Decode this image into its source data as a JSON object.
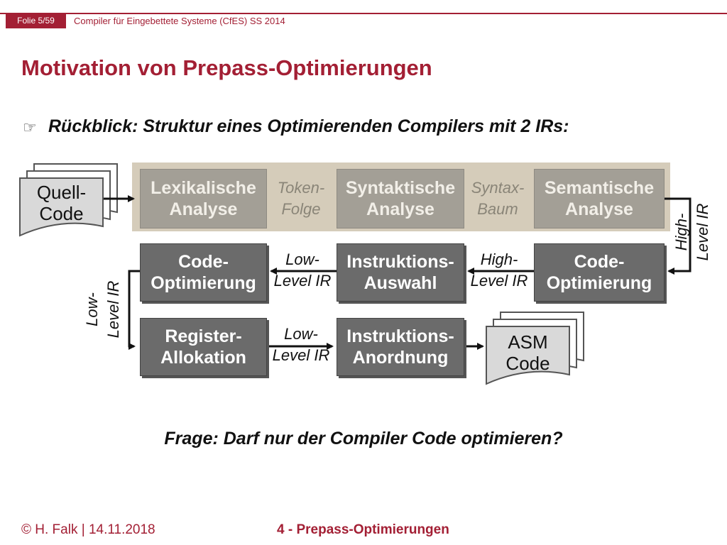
{
  "header": {
    "slide_number": "Folie 5/59",
    "course": "Compiler für Eingebettete Systeme (CfES) SS 2014"
  },
  "title": "Motivation von Prepass-Optimierungen",
  "bullet": "Rückblick: Struktur eines Optimierenden Compilers mit 2 IRs:",
  "diagram": {
    "source_doc": {
      "line1": "Quell-",
      "line2": "Code"
    },
    "output_doc": {
      "line1": "ASM",
      "line2": "Code"
    },
    "boxes": {
      "lexical": {
        "line1": "Lexikalische",
        "line2": "Analyse"
      },
      "syntax": {
        "line1": "Syntaktische",
        "line2": "Analyse"
      },
      "semantic": {
        "line1": "Semantische",
        "line2": "Analyse"
      },
      "code_opt_high": {
        "line1": "Code-",
        "line2": "Optimierung"
      },
      "instr_select": {
        "line1": "Instruktions-",
        "line2": "Auswahl"
      },
      "code_opt_low": {
        "line1": "Code-",
        "line2": "Optimierung"
      },
      "reg_alloc": {
        "line1": "Register-",
        "line2": "Allokation"
      },
      "instr_sched": {
        "line1": "Instruktions-",
        "line2": "Anordnung"
      }
    },
    "edge_labels": {
      "token": {
        "line1": "Token-",
        "line2": "Folge"
      },
      "syntax_tree": {
        "line1": "Syntax-",
        "line2": "Baum"
      },
      "high_ir_right": {
        "line1": "High-",
        "line2": "Level IR"
      },
      "high_ir_mid": {
        "line1": "High-",
        "line2": "Level IR"
      },
      "low_ir_mid": {
        "line1": "Low-",
        "line2": "Level IR"
      },
      "low_ir_left": {
        "line1": "Low-",
        "line2": "Level IR"
      },
      "low_ir_bottom": {
        "line1": "Low-",
        "line2": "Level IR"
      }
    }
  },
  "question": "Frage: Darf nur der Compiler Code optimieren?",
  "footer": {
    "author_date": "© H. Falk | 14.11.2018",
    "section": "4 - Prepass-Optimierungen"
  },
  "colors": {
    "accent": "#a31f34",
    "box": "#6b6b6b",
    "band": "#d5ccba"
  }
}
